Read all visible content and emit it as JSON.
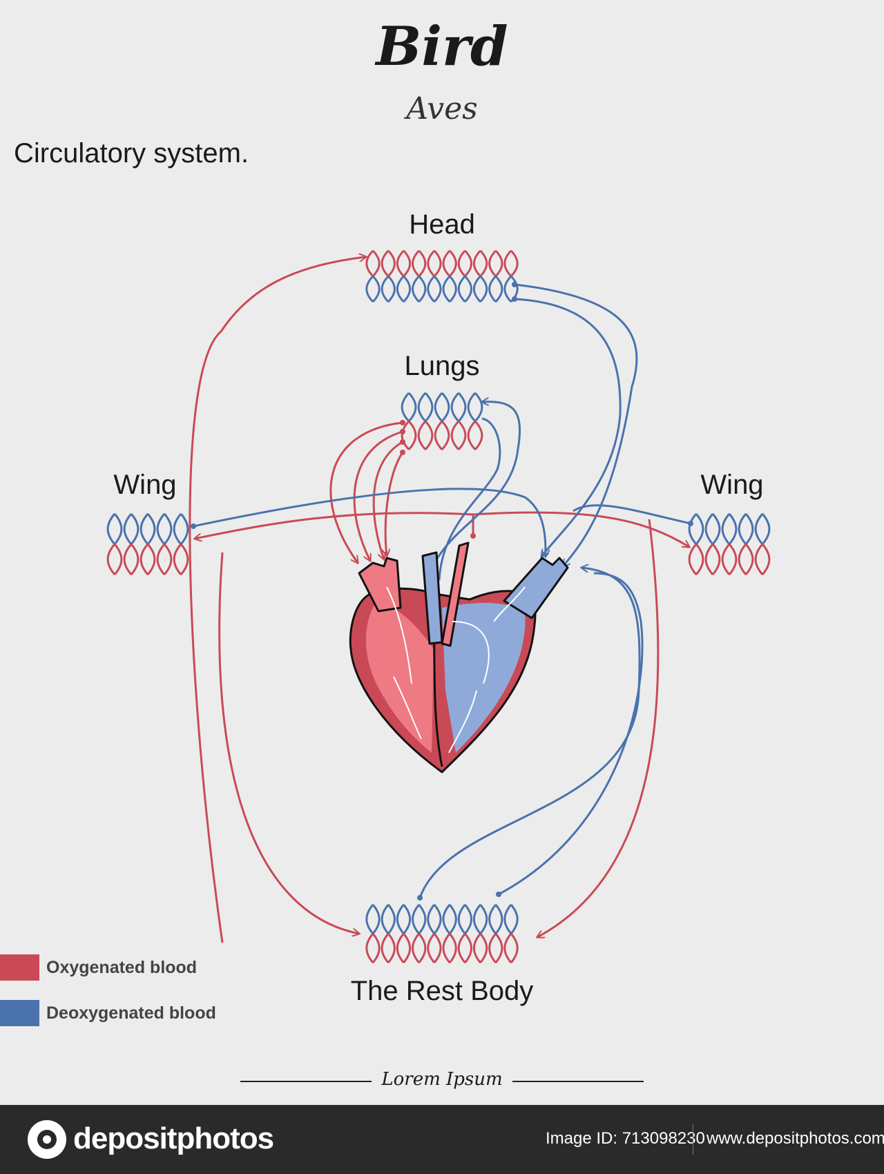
{
  "header": {
    "title": "Bird",
    "subtitle": "Aves",
    "heading": "Circulatory system."
  },
  "labels": {
    "head": "Head",
    "lungs": "Lungs",
    "wing_left": "Wing",
    "wing_right": "Wing",
    "body": "The Rest Body"
  },
  "legend": [
    {
      "label": "Oxygenated blood",
      "color": "#c94a56"
    },
    {
      "label": "Deoxygenated blood",
      "color": "#4a72ad"
    }
  ],
  "colors": {
    "oxygenated": "#c94a56",
    "deoxygenated": "#4a72ad",
    "heart_left": "#ee7a84",
    "heart_right": "#8faad9"
  },
  "footer": {
    "text": "Lorem Ipsum"
  },
  "watermark_bar": {
    "brand": "depositphotos",
    "image_id": "Image ID: 713098230",
    "site": "www.depositphotos.com",
    "logo_icon": "camera-logo-icon"
  }
}
